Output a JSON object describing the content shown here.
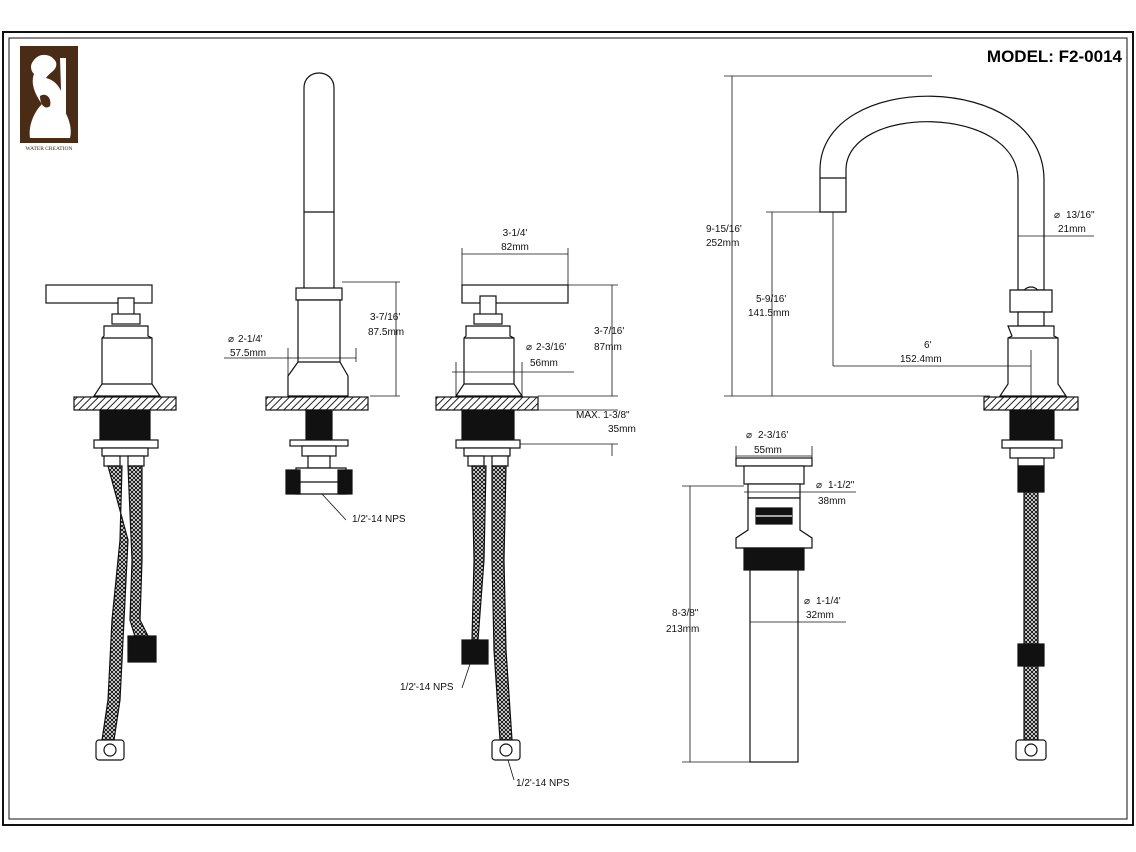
{
  "title": "MODEL: F2-0014",
  "logo": {
    "caption": "WATER CREATION",
    "icon": "water-creation-logo-icon",
    "color": "#4a2b16"
  },
  "colors": {
    "line": "#111111",
    "hatch": "#222222",
    "background": "#ffffff"
  },
  "views": {
    "handle_side": {
      "name": "handle-side-view"
    },
    "spout_side": {
      "height": "3-7/16'",
      "height_mm": "87.5mm",
      "base_dia": "2-1/4'",
      "base_dia_mm": "57.5mm",
      "thread": "1/2'-14 NPS"
    },
    "handle_front": {
      "handle_len": "3-1/4'",
      "handle_len_mm": "82mm",
      "height": "3-7/16'",
      "height_mm": "87mm",
      "base_dia": "2-3/16'",
      "base_dia_mm": "56mm",
      "max_label": "MAX.  1-3/8\"",
      "max_mm": "35mm",
      "thread_left": "1/2'-14 NPS",
      "thread_bottom": "1/2'-14 NPS"
    },
    "spout_front": {
      "total_height": "9-15/16'",
      "total_height_mm": "252mm",
      "spout_height": "5-9/16'",
      "spout_height_mm": "141.5mm",
      "reach": "6'",
      "reach_mm": "152.4mm",
      "spout_dia": "13/16\"",
      "spout_dia_mm": "21mm"
    },
    "drain": {
      "top_dia": "2-3/16'",
      "top_dia_mm": "55mm",
      "body_dia": "1-1/2\"",
      "body_dia_mm": "38mm",
      "tail_dia": "1-1/4'",
      "tail_dia_mm": "32mm",
      "length": "8-3/8\"",
      "length_mm": "213mm"
    }
  }
}
